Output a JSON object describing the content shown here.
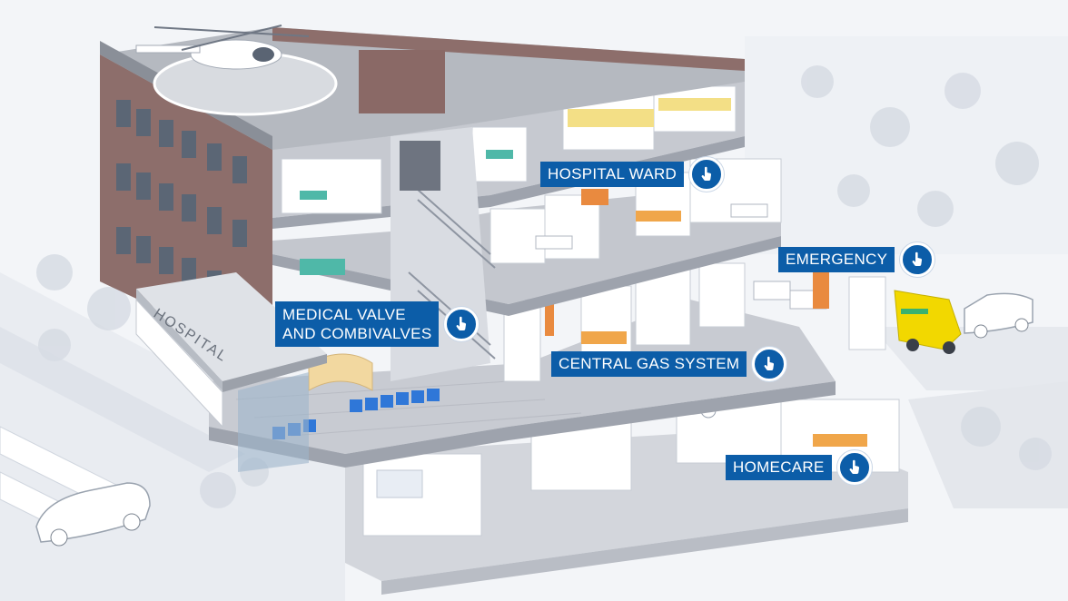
{
  "colors": {
    "accent": "#0c5da8",
    "icon_fg": "#ffffff",
    "brick": "#8d6e6b",
    "floor": "#c9ccd3",
    "ambulance": "#f2d800"
  },
  "icons": {
    "hotspot": "tap-hand-icon"
  },
  "building_sign": "HOSPITAL",
  "hotspots": [
    {
      "id": "hospital-ward",
      "label": "HOSPITAL WARD"
    },
    {
      "id": "emergency",
      "label": "EMERGENCY"
    },
    {
      "id": "medical-valve",
      "label_line1": "MEDICAL VALVE",
      "label_line2": "AND COMBIVALVES"
    },
    {
      "id": "central-gas",
      "label": "CENTRAL GAS SYSTEM"
    },
    {
      "id": "homecare",
      "label": "HOMECARE"
    }
  ]
}
